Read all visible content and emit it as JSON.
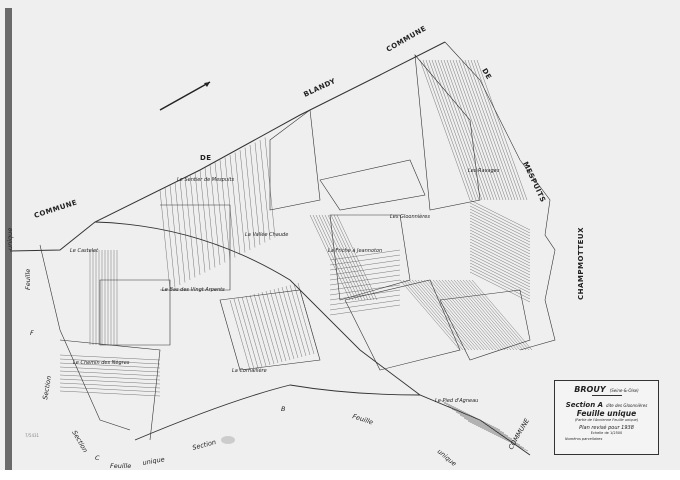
{
  "map": {
    "communes": [
      "COMMUNE",
      "DE",
      "BLANDY",
      "COMMUNE",
      "DE",
      "MESPUITS",
      "CHAMPMOTTEUX"
    ],
    "lieux_dits": [
      "Le Sentier de Mespuits",
      "Les Ravages",
      "Les Gloonnières",
      "La Vallée Chaude",
      "La Friche à Jeannoton",
      "Le Castelet",
      "Le Bas des Vingt Arpents",
      "Le Chemin des Nègres",
      "La Cornaillère",
      "Le Pied d'Agneau"
    ],
    "adjacent_sections": {
      "section_f": [
        "Feuille",
        "F",
        "Section",
        "unique"
      ],
      "section_c": [
        "Section",
        "C",
        "Feuille",
        "unique"
      ],
      "section_b": [
        "Section",
        "B",
        "Feuille",
        "unique"
      ]
    },
    "north_arrow": "north-arrow-icon",
    "stamp_text": "7/5431"
  },
  "cartouche": {
    "commune": "BROUY",
    "departement": "(Seine-&-Oise)",
    "section": "Section A",
    "section_name": "dite des Gloonnières",
    "feuille": "Feuille unique",
    "note": "(Partie de l'Ancienne Feuille unique)",
    "plan": "Plan revisé pour 1938",
    "echelle": "Echelle de 1/2500",
    "numeros": "Numéros parcellaires"
  },
  "colors": {
    "paper": "#efefef",
    "ink": "#222222",
    "binding": "#6a6a6a"
  }
}
